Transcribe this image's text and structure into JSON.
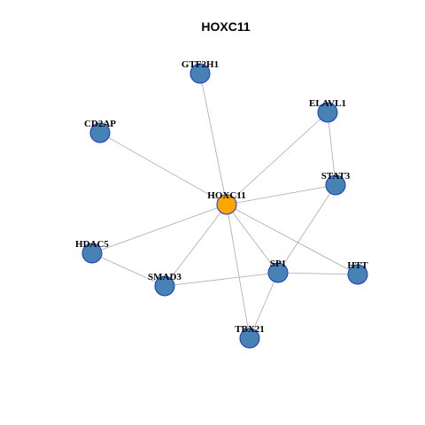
{
  "title": "HOXC11",
  "colors": {
    "center_node": "#ffa500",
    "neighbor_node": "#4682b4",
    "node_border": "#1d36c8",
    "edge": "#aaaaaa"
  },
  "nodes": [
    {
      "id": "HOXC11",
      "label": "HOXC11",
      "role": "center"
    },
    {
      "id": "GTF2H1",
      "label": "GTF2H1",
      "role": "neighbor"
    },
    {
      "id": "ELAVL1",
      "label": "ELAVL1",
      "role": "neighbor"
    },
    {
      "id": "CD2AP",
      "label": "CD2AP",
      "role": "neighbor"
    },
    {
      "id": "STAT3",
      "label": "STAT3",
      "role": "neighbor"
    },
    {
      "id": "HDAC5",
      "label": "HDAC5",
      "role": "neighbor"
    },
    {
      "id": "SMAD3",
      "label": "SMAD3",
      "role": "neighbor"
    },
    {
      "id": "SP1",
      "label": "SP1",
      "role": "neighbor"
    },
    {
      "id": "HTT",
      "label": "HTT",
      "role": "neighbor"
    },
    {
      "id": "TBX21",
      "label": "TBX21",
      "role": "neighbor"
    }
  ],
  "edges": [
    [
      "HOXC11",
      "GTF2H1"
    ],
    [
      "HOXC11",
      "ELAVL1"
    ],
    [
      "HOXC11",
      "CD2AP"
    ],
    [
      "HOXC11",
      "STAT3"
    ],
    [
      "HOXC11",
      "HDAC5"
    ],
    [
      "HOXC11",
      "SMAD3"
    ],
    [
      "HOXC11",
      "SP1"
    ],
    [
      "HOXC11",
      "HTT"
    ],
    [
      "HOXC11",
      "TBX21"
    ],
    [
      "ELAVL1",
      "STAT3"
    ],
    [
      "STAT3",
      "SP1"
    ],
    [
      "HDAC5",
      "SMAD3"
    ],
    [
      "SMAD3",
      "SP1"
    ],
    [
      "SP1",
      "HTT"
    ],
    [
      "SP1",
      "TBX21"
    ]
  ]
}
